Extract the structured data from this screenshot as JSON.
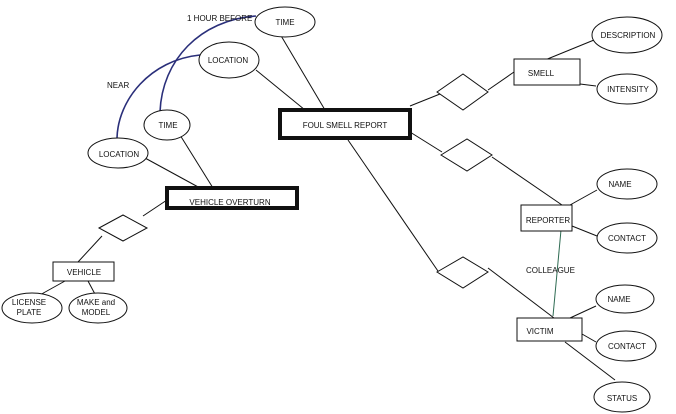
{
  "entities": {
    "foul_smell_report": "FOUL SMELL REPORT",
    "vehicle_overturn": "VEHICLE OVERTURN",
    "vehicle": "VEHICLE",
    "smell": "SMELL",
    "reporter": "REPORTER",
    "victim": "VICTIM"
  },
  "attributes": {
    "time_top": "TIME",
    "location_top": "LOCATION",
    "time_mid": "TIME",
    "location_left": "LOCATION",
    "description": "DESCRIPTION",
    "intensity": "INTENSITY",
    "reporter_name": "NAME",
    "reporter_contact": "CONTACT",
    "victim_name": "NAME",
    "victim_contact": "CONTACT",
    "victim_status": "STATUS",
    "license_plate_line1": "LICENSE",
    "license_plate_line2": "PLATE",
    "make_model_line1": "MAKE and",
    "make_model_line2": "MODEL"
  },
  "relationship_labels": {
    "one_hour_before": "1 HOUR BEFORE",
    "near": "NEAR",
    "colleague": "COLLEAGUE"
  },
  "colors": {
    "line": "#111111",
    "temporal_arc": "#2a2f7a",
    "colleague_link": "#2e6b52"
  }
}
